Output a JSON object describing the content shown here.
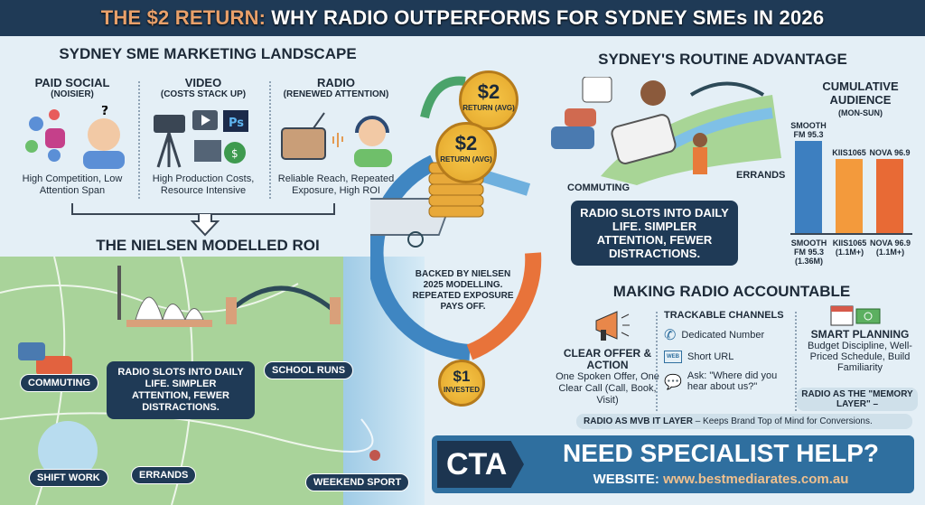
{
  "header": {
    "title_accent": "THE $2 RETURN:",
    "title_rest": "WHY RADIO OUTPERFORMS FOR SYDNEY SMEs IN 2026"
  },
  "landscape": {
    "title": "SYDNEY SME MARKETING LANDSCAPE",
    "columns": [
      {
        "title": "PAID SOCIAL",
        "subtitle": "(NOISIER)",
        "desc": "High Competition, Low Attention Span",
        "icon": "social-media-icons"
      },
      {
        "title": "VIDEO",
        "subtitle": "(COSTS STACK UP)",
        "desc": "High Production Costs, Resource Intensive",
        "icon": "video-camera-icon"
      },
      {
        "title": "RADIO",
        "subtitle": "(RENEWED ATTENTION)",
        "desc": "Reliable Reach, Repeated Exposure, High ROI",
        "icon": "radio-icon"
      }
    ]
  },
  "roi": {
    "title": "THE NIELSEN MODELLED ROI",
    "coin_top": {
      "value": "$2",
      "label": "RETURN (AVG)"
    },
    "coin_mid": {
      "value": "$2",
      "label": "RETURN (AVG)"
    },
    "coin_bottom": {
      "value": "$1",
      "label": "INVESTED"
    },
    "note": "BACKED BY NIELSEN 2025 MODELLING. REPEATED EXPOSURE PAYS OFF."
  },
  "map": {
    "tags": [
      "COMMUTING",
      "SCHOOL RUNS",
      "SHIFT WORK",
      "ERRANDS",
      "WEEKEND SPORT"
    ],
    "callout": "RADIO SLOTS INTO DAILY LIFE. SIMPLER ATTENTION, FEWER DISTRACTIONS."
  },
  "routine": {
    "title": "SYDNEY'S ROUTINE ADVANTAGE",
    "labels": [
      "COMMUTING",
      "ERRANDS"
    ],
    "callout": "RADIO SLOTS INTO DAILY LIFE. SIMPLER ATTENTION, FEWER DISTRACTIONS."
  },
  "chart_data": {
    "type": "bar",
    "title": "CUMULATIVE AUDIENCE",
    "subtitle": "(MON-SUN)",
    "categories": [
      "SMOOTH FM 95.3",
      "KIIS1065",
      "NOVA 96.9"
    ],
    "bottom_labels": [
      "SMOOTH FM 95.3 (1.36M)",
      "KIIS1065 (1.1M+)",
      "NOVA 96.9 (1.1M+)"
    ],
    "values": [
      1.36,
      1.1,
      1.1
    ],
    "unit": "M",
    "colors": [
      "#3d7fc0",
      "#f39a3c",
      "#e86a35"
    ]
  },
  "accountable": {
    "title": "MAKING RADIO ACCOUNTABLE",
    "offer": {
      "title": "CLEAR OFFER & ACTION",
      "desc": "One Spoken Offer, One Clear Call (Call, Book, Visit)"
    },
    "channels": {
      "title": "TRACKABLE CHANNELS",
      "items": [
        {
          "icon": "phone-icon",
          "label": "Dedicated Number"
        },
        {
          "icon": "web-icon",
          "label": "Short URL"
        },
        {
          "icon": "chat-icon",
          "label": "Ask: \"Where did you hear about us?\""
        }
      ]
    },
    "planning": {
      "title": "SMART PLANNING",
      "desc": "Budget Discipline, Well-Priced Schedule, Build Familiarity"
    },
    "memory_box": "RADIO AS THE \"MEMORY LAYER\" –",
    "memory_strip_bold": "RADIO AS MVB IT LAYER",
    "memory_strip_rest": "– Keeps Brand Top of Mind for Conversions."
  },
  "cta": {
    "badge": "CTA",
    "headline": "NEED SPECIALIST HELP?",
    "website_label": "WEBSITE:",
    "website": "www.bestmediarates.com.au"
  }
}
